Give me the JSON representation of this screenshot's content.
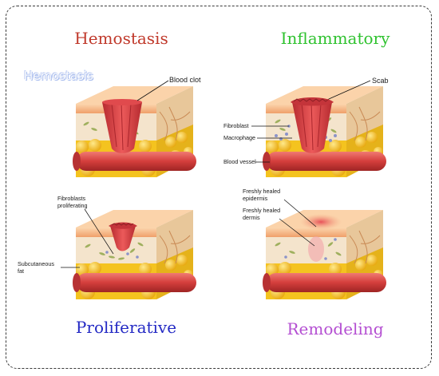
{
  "stages": [
    {
      "id": "hemostasis",
      "title": "Hemostasis",
      "color": "#c0392b"
    },
    {
      "id": "inflammatory",
      "title": "Inflammatory",
      "color": "#2fc22f"
    },
    {
      "id": "proliferative",
      "title": "Proliferative",
      "color": "#2329c4"
    },
    {
      "id": "remodeling",
      "title": "Remodeling",
      "color": "#b44fd2"
    }
  ],
  "ghost_text": "Hemostasis",
  "labels": {
    "blood_clot": "Blood clot",
    "scab": "Scab",
    "fibroblast": "Fibroblast",
    "macrophage": "Macrophage",
    "blood_vessel": "Blood vessel",
    "fibroblasts_proliferating_1": "Fibroblasts",
    "fibroblasts_proliferating_2": "proliferating",
    "subcutaneous_1": "Subcutaneous",
    "subcutaneous_2": "fat",
    "healed_epidermis_1": "Freshly healed",
    "healed_epidermis_2": "epidermis",
    "healed_dermis_1": "Freshly healed",
    "healed_dermis_2": "dermis"
  },
  "palette": {
    "epidermis": "#f6b37c",
    "epidermis_top": "#fbd1a8",
    "dermis": "#f4e4cc",
    "fat": "#f4c31f",
    "vessel": "#d9403f",
    "clot": "#d43a3d"
  }
}
